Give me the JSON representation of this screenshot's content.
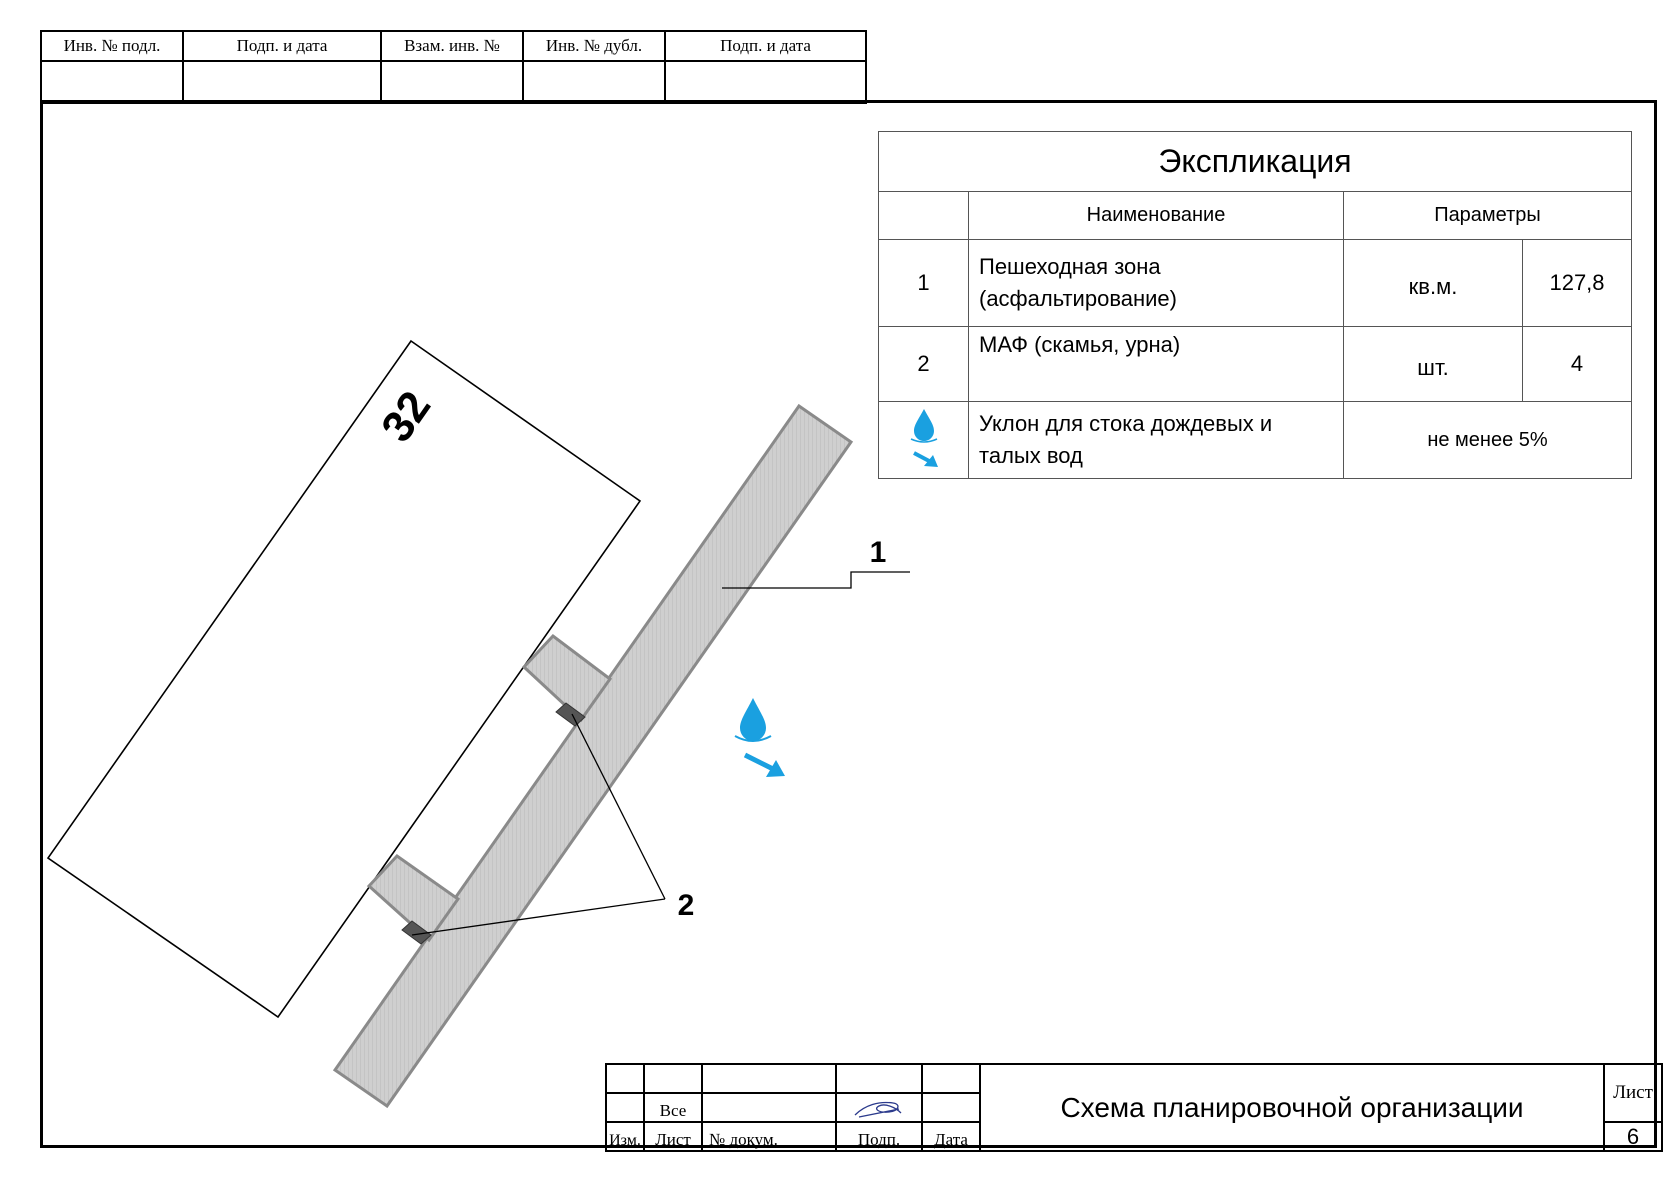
{
  "stamp": {
    "headers": [
      "Инв. № подл.",
      "Подп. и дата",
      "Взам. инв. №",
      "Инв. № дубл.",
      "Подп. и дата"
    ]
  },
  "drawing": {
    "building_number": "32",
    "callout_1": "1",
    "callout_2": "2",
    "colors": {
      "water": "#1aa0e0",
      "path_fill": "#c9c9c9",
      "path_stroke": "#8a8a8a"
    },
    "icons": [
      "water-drop-icon",
      "slope-arrow-icon"
    ]
  },
  "explication": {
    "title": "Экспликация",
    "col_name": "Наименование",
    "col_params": "Параметры",
    "rows": [
      {
        "num": "1",
        "name_line1": "Пешеходная зона",
        "name_line2": "(асфальтирование)",
        "unit": "кв.м.",
        "value": "127,8"
      },
      {
        "num": "2",
        "name_line1": "МАФ (скамья, урна)",
        "unit": "шт.",
        "value": "4"
      },
      {
        "name_line1": "Уклон для стока дождевых и",
        "name_line2": "талых вод",
        "params": "не менее 5%"
      }
    ]
  },
  "title_block": {
    "vse": "Все",
    "izm": "Изм.",
    "list": "Лист",
    "nodoc": "№ докум.",
    "podp": "Подп.",
    "data": "Дата",
    "title": "Схема планировочной организации",
    "sheet_label": "Лист",
    "sheet_number": "6"
  }
}
